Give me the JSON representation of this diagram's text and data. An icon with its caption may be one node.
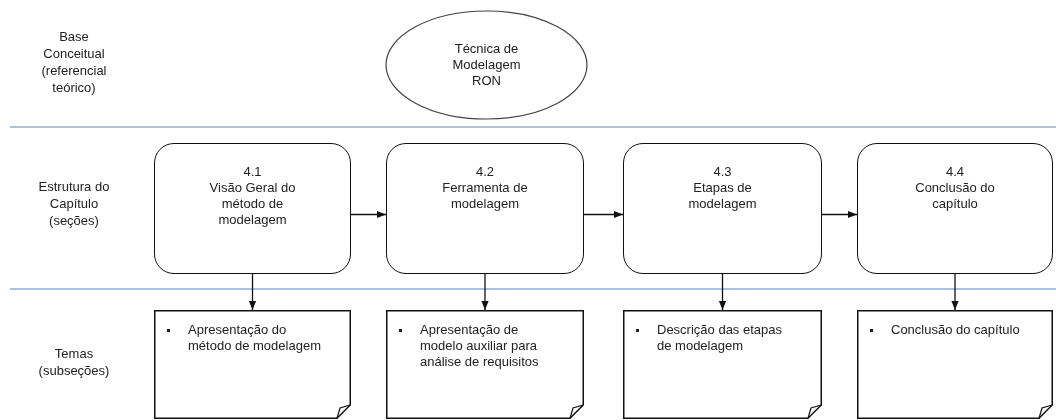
{
  "diagram": {
    "nodes": [
      {
        "text": [
          "Técnica de Modelagem RON"
        ]
      },
      {
        "text": [
          "4.1",
          "Visão Geral do método de modelagem"
        ]
      },
      {
        "text": [
          "4.2",
          "Ferramenta de modelagem"
        ]
      },
      {
        "text": [
          "4.3",
          "Etapas de modelagem"
        ]
      },
      {
        "text": [
          "4.4",
          "Conclusão do capítulo"
        ]
      },
      {
        "text": [
          "Apresentação do método de modelagem"
        ]
      },
      {
        "text": [
          "Apresentação de modelo auxiliar para análise de requisitos"
        ]
      },
      {
        "text": [
          "Descrição das etapas de modelagem"
        ]
      },
      {
        "text": [
          "Conclusão do capítulo"
        ]
      }
    ],
    "edges": [
      {
        "from": 1,
        "to": 2,
        "arrow": "to"
      },
      {
        "from": 2,
        "to": 3,
        "arrow": "to"
      },
      {
        "from": 3,
        "to": 4,
        "arrow": "to"
      },
      {
        "from": 1,
        "to": 5,
        "arrow": "to"
      },
      {
        "from": 2,
        "to": 6,
        "arrow": "to"
      },
      {
        "from": 3,
        "to": 7,
        "arrow": "to"
      },
      {
        "from": 4,
        "to": 8,
        "arrow": "to"
      }
    ],
    "labels": [
      "Base Conceitual (referencial teórico)",
      "Estrutura do Capítulo (seções)",
      "Temas (subseções)"
    ]
  }
}
